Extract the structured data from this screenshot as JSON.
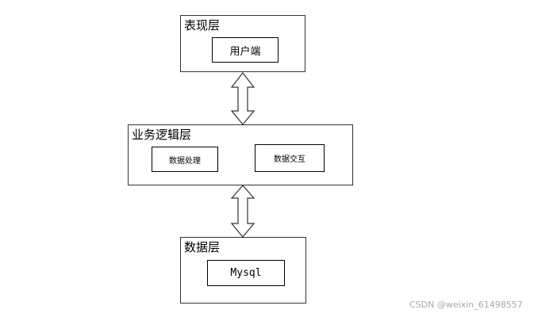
{
  "diagram": {
    "presentation_layer": {
      "title": "表现层",
      "nodes": [
        "用户端"
      ]
    },
    "business_layer": {
      "title": "业务逻辑层",
      "nodes": [
        "数据处理",
        "数据交互"
      ]
    },
    "data_layer": {
      "title": "数据层",
      "nodes": [
        "Mysql"
      ]
    }
  },
  "watermark": "CSDN @weixin_61498557",
  "colors": {
    "border": "#333333",
    "watermark": "#a8a8a8"
  },
  "icons": [
    "double-arrow-icon"
  ]
}
